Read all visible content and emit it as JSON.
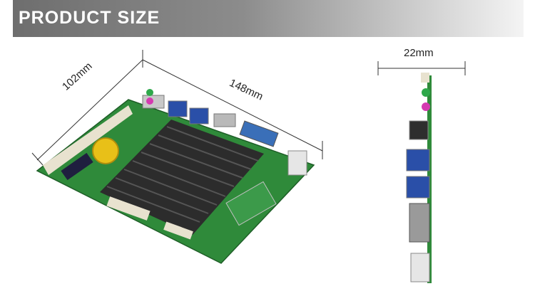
{
  "header": {
    "title": "PRODUCT SIZE"
  },
  "dimensions": {
    "depth_label": "102mm",
    "width_label": "148mm",
    "height_label": "22mm"
  },
  "colors": {
    "header_gradient_start": "#6e6e6e",
    "header_gradient_end": "#f4f4f4",
    "pcb_green": "#2f8a3a",
    "heatsink": "#2c2c2c"
  }
}
